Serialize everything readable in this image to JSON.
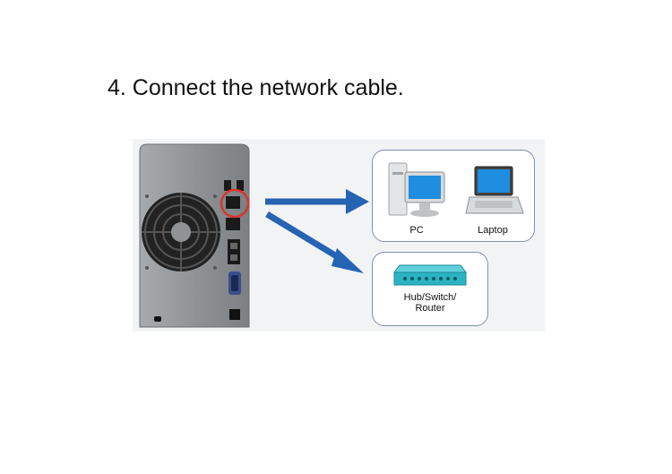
{
  "step": {
    "title": "4. Connect the network cable."
  },
  "devices": {
    "pc_label": "PC",
    "laptop_label": "Laptop",
    "hub_label_line1": "Hub/Switch/",
    "hub_label_line2": "Router"
  },
  "colors": {
    "arrow": "#2563b3",
    "highlight_ring": "#d9342b",
    "nas_body": "#8d9193",
    "hub_body": "#2bb3c4",
    "box_border": "#7f8fb0"
  },
  "icons": [
    "nas-device-icon",
    "ethernet-port-icon",
    "pc-icon",
    "laptop-icon",
    "hub-switch-router-icon",
    "arrow-icon"
  ]
}
